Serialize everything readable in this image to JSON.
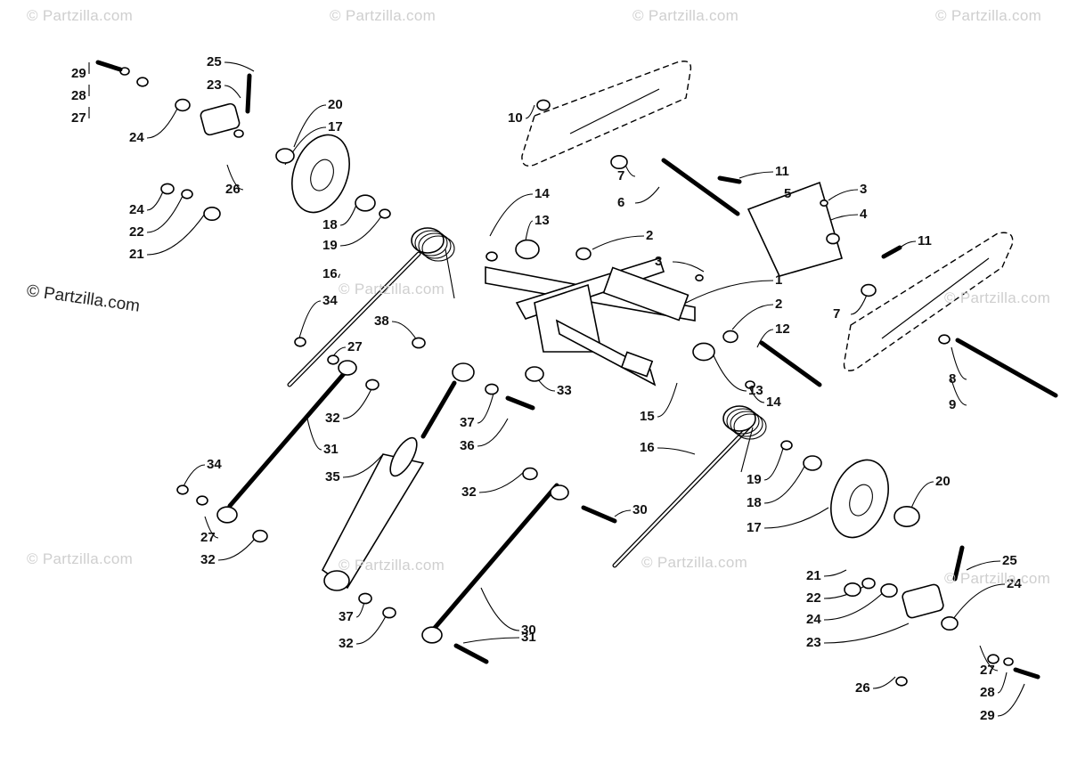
{
  "watermarks": {
    "small": "© Partzilla.com",
    "main": "© Partzilla.com"
  },
  "callouts": [
    "29",
    "28",
    "27",
    "25",
    "23",
    "24",
    "20",
    "17",
    "26",
    "24",
    "22",
    "21",
    "18",
    "19",
    "16",
    "34",
    "38",
    "27",
    "32",
    "31",
    "35",
    "37",
    "36",
    "33",
    "34",
    "27",
    "32",
    "37",
    "32",
    "30",
    "32",
    "30",
    "31",
    "10",
    "7",
    "6",
    "11",
    "5",
    "3",
    "4",
    "11",
    "14",
    "13",
    "2",
    "3",
    "1",
    "2",
    "12",
    "7",
    "8",
    "9",
    "13",
    "14",
    "15",
    "16",
    "19",
    "18",
    "17",
    "20",
    "21",
    "22",
    "24",
    "23",
    "25",
    "24",
    "26",
    "27",
    "28",
    "29"
  ]
}
